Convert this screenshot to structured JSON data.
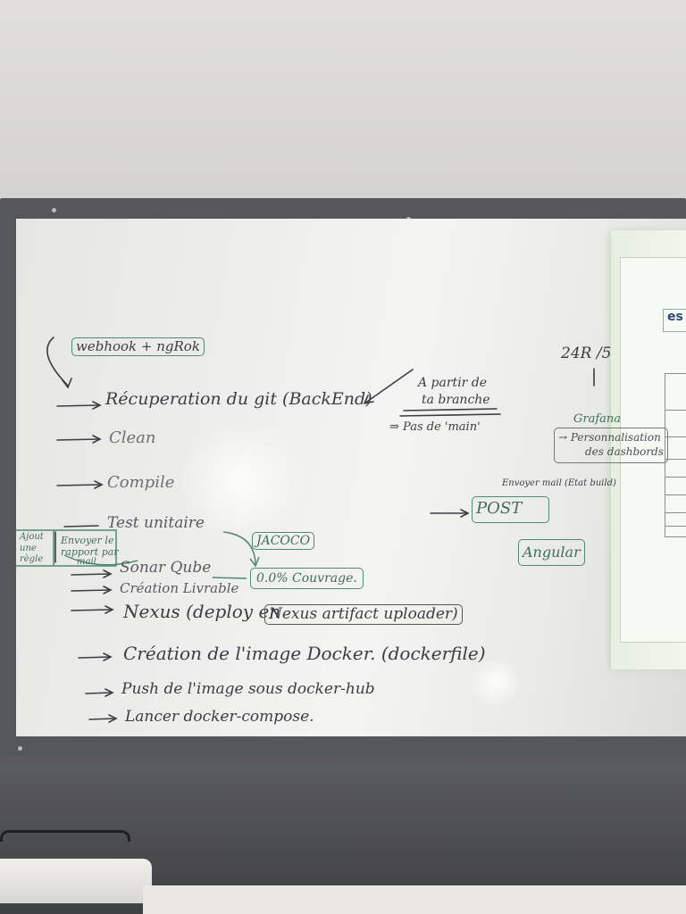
{
  "whiteboard": {
    "flow": [
      {
        "id": "webhook",
        "text": "webhook + ngRok"
      },
      {
        "id": "recuperation",
        "text": "Récuperation du git (BackEnd)"
      },
      {
        "id": "clean",
        "text": "Clean"
      },
      {
        "id": "compile",
        "text": "Compile"
      },
      {
        "id": "test",
        "text": "Test unitaire"
      },
      {
        "id": "sonar",
        "text": "Sonar Qube"
      },
      {
        "id": "livrable",
        "text": "Création Livrable"
      },
      {
        "id": "nexus_prefix",
        "text": "Nexus (deploy en"
      },
      {
        "id": "nexus_box",
        "text": "Nexus artifact uploader)"
      },
      {
        "id": "docker_image",
        "text": "Création de l'image Docker. (dockerfile)"
      },
      {
        "id": "push",
        "text": "Push de l'image sous docker-hub"
      },
      {
        "id": "compose",
        "text": "Lancer docker-compose."
      }
    ],
    "notes": {
      "branch_line1": "A partir de",
      "branch_line2": "ta branche",
      "not_main": "⇒ Pas de 'main'",
      "jacoco": "JACOCO",
      "coverage": "0.0% Couvrage.",
      "left_a1": "Ajout",
      "left_a2": "une",
      "left_a3": "règle",
      "left_b1": "Envoyer le",
      "left_b2": "rapport par",
      "left_b3": "mail",
      "grafana": "Grafana",
      "grafana_d1": "→ Personnalisation",
      "grafana_d2": "des dashbords",
      "email_note": "Envoyer mail (Etat build)",
      "post": "POST",
      "angular": "Angular",
      "score": "24R /5"
    }
  },
  "projection": {
    "logo": "es"
  }
}
